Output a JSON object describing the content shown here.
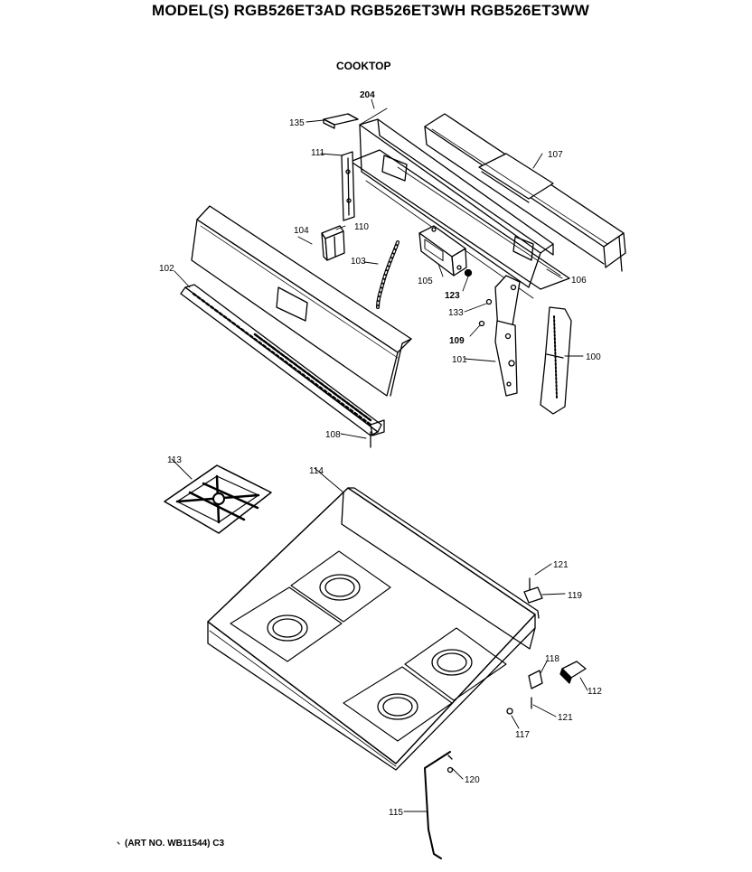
{
  "header": {
    "model_line": "MODEL(S) RGB526ET3AD  RGB526ET3WH  RGB526ET3WW",
    "section": "COOKTOP"
  },
  "footer": {
    "art_no": "(ART NO. WB11544) C3"
  },
  "callouts": {
    "p204": "204",
    "p135": "135",
    "p107": "107",
    "p111": "111",
    "p110": "110",
    "p104": "104",
    "p103": "103",
    "p105": "105",
    "p106": "106",
    "p102": "102",
    "p123": "123",
    "p133": "133",
    "p109": "109",
    "p101": "101",
    "p100": "100",
    "p108": "108",
    "p113": "113",
    "p114": "114",
    "p121a": "121",
    "p119": "119",
    "p118": "118",
    "p112": "112",
    "p121b": "121",
    "p117": "117",
    "p120": "120",
    "p115": "115"
  }
}
